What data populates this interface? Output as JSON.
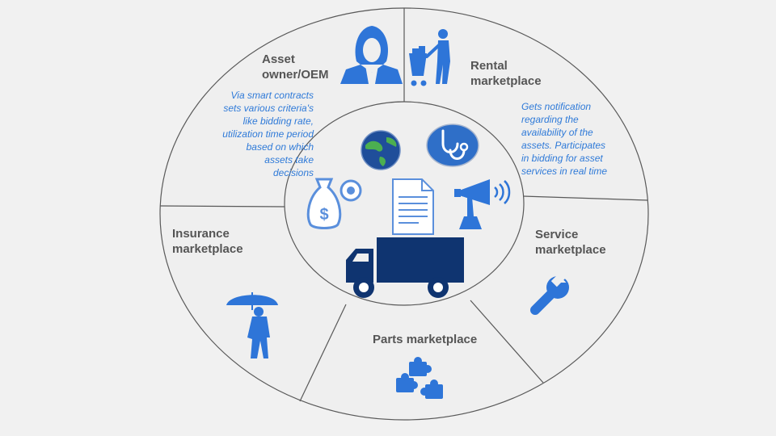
{
  "segments": {
    "asset_owner": {
      "line1": "Asset",
      "line2": "owner/OEM"
    },
    "rental": {
      "line1": "Rental",
      "line2": "marketplace"
    },
    "service": {
      "line1": "Service",
      "line2": "marketplace"
    },
    "parts": {
      "label": "Parts marketplace"
    },
    "insurance": {
      "line1": "Insurance",
      "line2": "marketplace"
    }
  },
  "notes": {
    "asset_owner": [
      "Via  smart contracts",
      "sets various criteria's",
      "like bidding rate,",
      "utilization time period",
      "based on which",
      "assets take",
      "decisions"
    ],
    "rental": [
      "Gets notification",
      "regarding  the",
      "availability of the",
      "assets. Participates",
      "in bidding for asset",
      "services in real time"
    ]
  },
  "colors": {
    "background": "#f1f1f1",
    "ring_fill": "#efefef",
    "ring_stroke": "#595959",
    "icon_blue": "#2e75d8",
    "truck_navy": "#0f3470",
    "note_text": "#2f7ad8",
    "label_text": "#555555"
  },
  "icons": {
    "asset_owner": "businesswoman-icon",
    "rental": "shopping-cart-person-icon",
    "service": "wrench-icon",
    "parts": "puzzle-pieces-icon",
    "insurance": "umbrella-person-icon",
    "center": [
      "globe-icon",
      "stethoscope-icon",
      "money-bag-icon",
      "document-icon",
      "megaphone-icon",
      "truck-icon"
    ]
  }
}
